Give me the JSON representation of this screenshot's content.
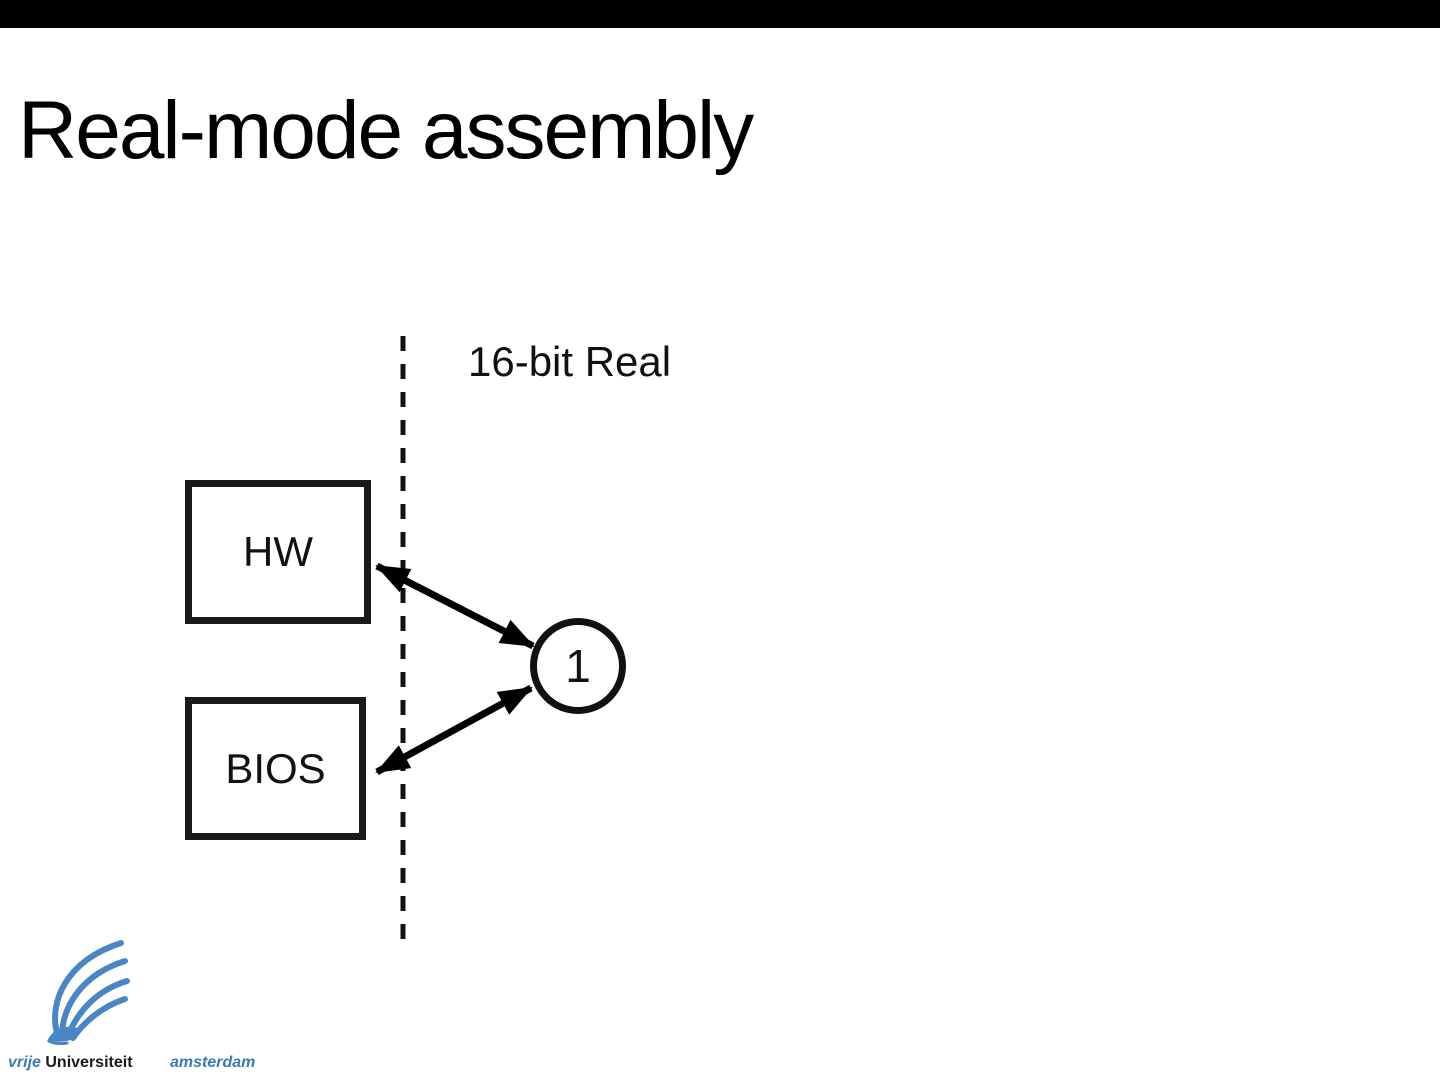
{
  "slide": {
    "title": "Real-mode assembly"
  },
  "diagram": {
    "mode_label": "16-bit Real",
    "boxes": [
      {
        "label": "HW"
      },
      {
        "label": "BIOS"
      }
    ],
    "step_marker": "1"
  },
  "footer": {
    "vrije": "vrije",
    "universiteit": "Universiteit",
    "amsterdam": "amsterdam"
  },
  "icons": {
    "logo": "vu-griffin-logo"
  },
  "colors": {
    "ink": "#000000",
    "brand_blue": "#3d7ab5"
  }
}
